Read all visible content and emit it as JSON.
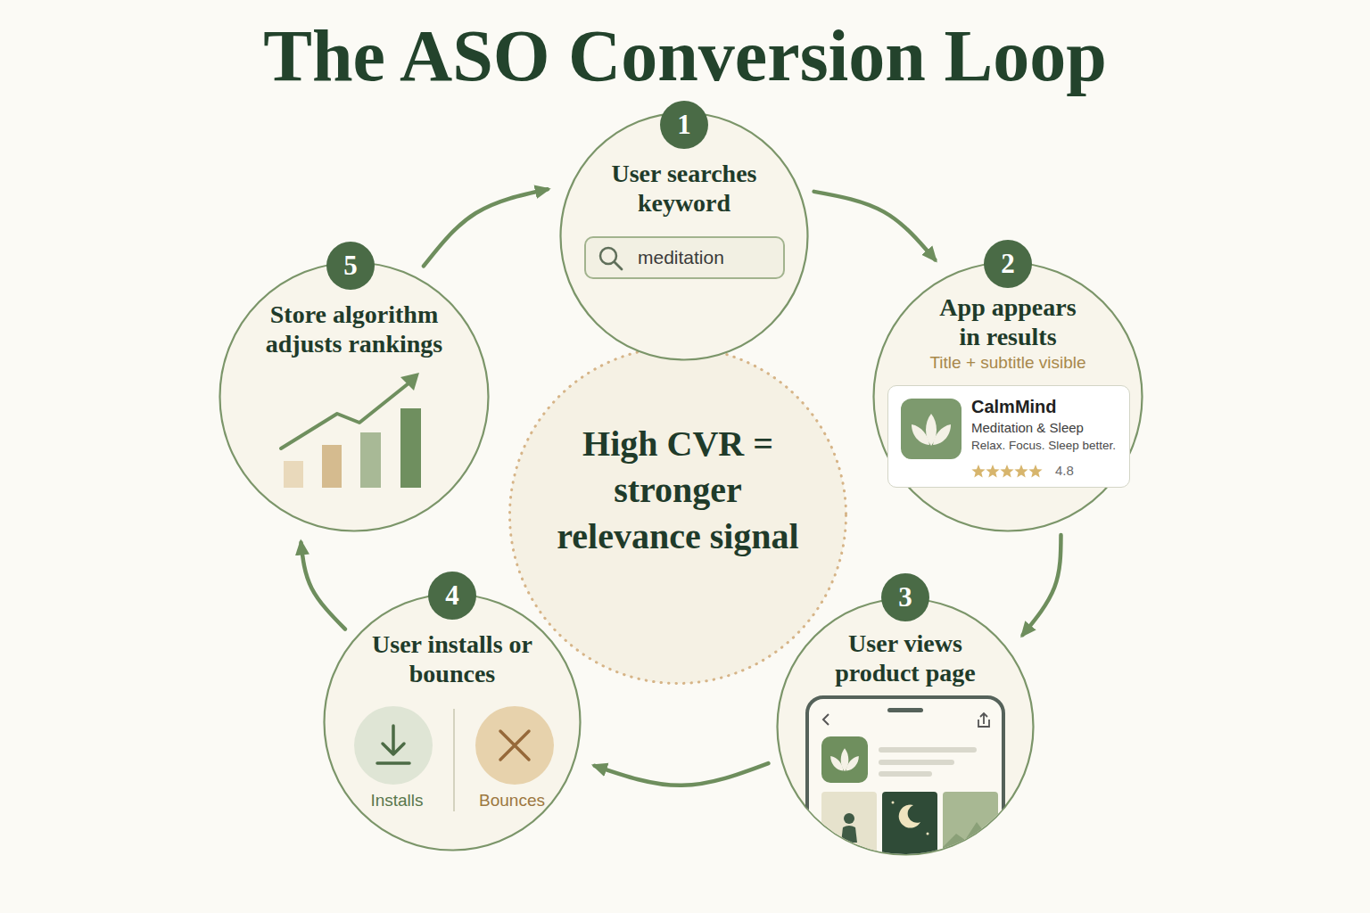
{
  "diagram": {
    "title": "The ASO Conversion Loop",
    "nodes": [
      {
        "text": [
          "1",
          "User searches keyword"
        ]
      },
      {
        "text": [
          "meditation"
        ],
        "in": 0
      },
      {
        "text": [
          "2",
          "App appears in results",
          "Title + subtitle visible"
        ]
      },
      {
        "text": [
          "CalmMind",
          "Meditation & Sleep",
          "Relax. Focus. Sleep better.",
          "4.8"
        ],
        "in": 2
      },
      {
        "text": [
          "3",
          "User views product page"
        ]
      },
      {
        "text": [
          "4",
          "User installs or bounces",
          "Installs",
          "Bounces"
        ]
      },
      {
        "text": [
          "5",
          "Store algorithm adjusts rankings"
        ]
      },
      {
        "text": [
          "High CVR = stronger relevance signal"
        ]
      }
    ],
    "edges": [
      {
        "from": 0,
        "to": 2,
        "arrow": "to"
      },
      {
        "from": 2,
        "to": 4,
        "arrow": "to"
      },
      {
        "from": 4,
        "to": 5,
        "arrow": "to"
      },
      {
        "from": 5,
        "to": 6,
        "arrow": "to"
      },
      {
        "from": 6,
        "to": 0,
        "arrow": "to"
      }
    ]
  }
}
